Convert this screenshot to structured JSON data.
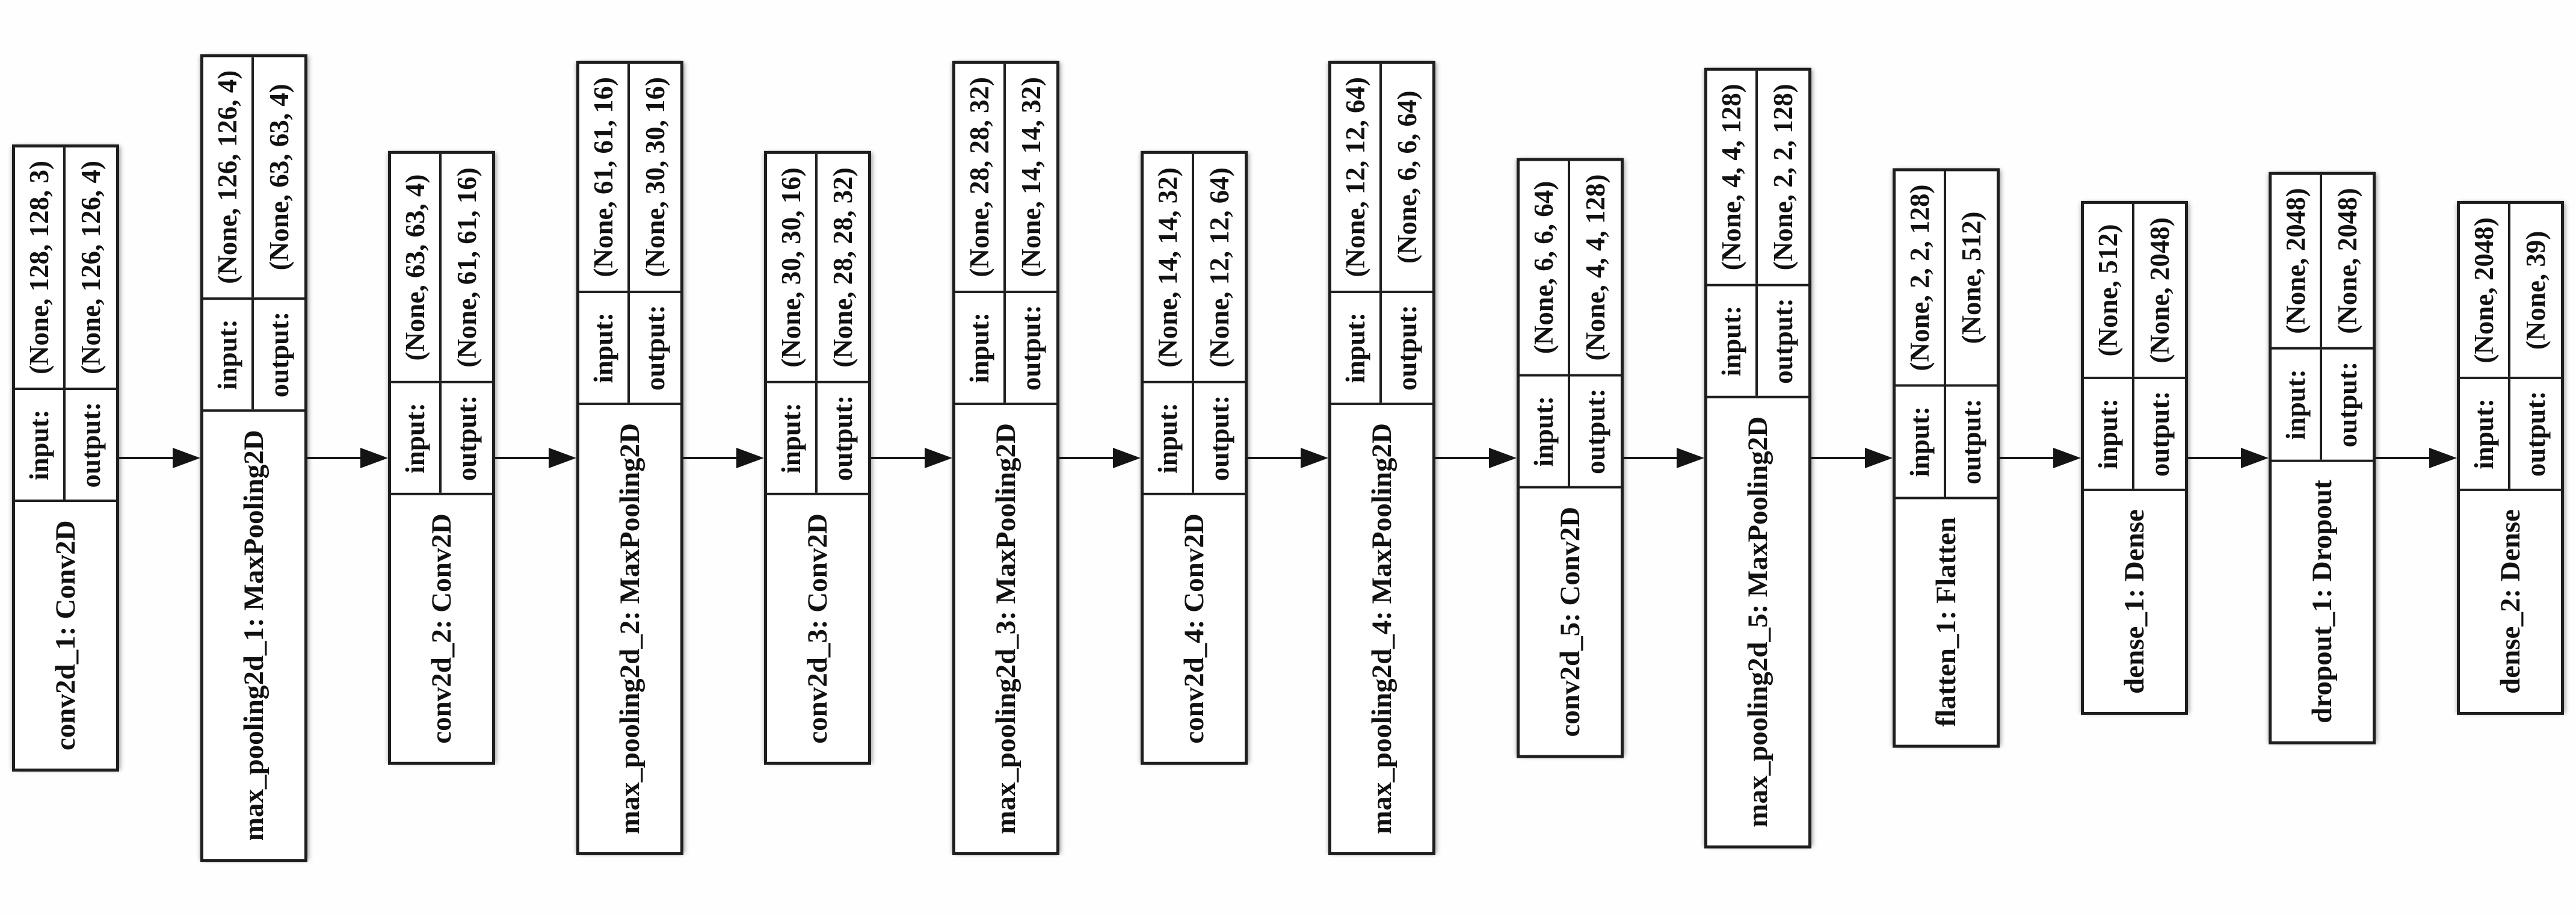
{
  "diagram": {
    "kind": "keras-model-architecture",
    "labels": {
      "input": "input:",
      "output": "output:"
    },
    "colors": {
      "background": "#ffffff",
      "border": "#1e1e1e",
      "text": "#111111",
      "arrow": "#141414"
    },
    "layers": [
      {
        "name": "conv2d_1: Conv2D",
        "input": "(None, 128, 128, 3)",
        "output": "(None, 126, 126, 4)"
      },
      {
        "name": "max_pooling2d_1: MaxPooling2D",
        "input": "(None, 126, 126, 4)",
        "output": "(None, 63, 63, 4)"
      },
      {
        "name": "conv2d_2: Conv2D",
        "input": "(None, 63, 63, 4)",
        "output": "(None, 61, 61, 16)"
      },
      {
        "name": "max_pooling2d_2: MaxPooling2D",
        "input": "(None, 61, 61, 16)",
        "output": "(None, 30, 30, 16)"
      },
      {
        "name": "conv2d_3: Conv2D",
        "input": "(None, 30, 30, 16)",
        "output": "(None, 28, 28, 32)"
      },
      {
        "name": "max_pooling2d_3: MaxPooling2D",
        "input": "(None, 28, 28, 32)",
        "output": "(None, 14, 14, 32)"
      },
      {
        "name": "conv2d_4: Conv2D",
        "input": "(None, 14, 14, 32)",
        "output": "(None, 12, 12, 64)"
      },
      {
        "name": "max_pooling2d_4: MaxPooling2D",
        "input": "(None, 12, 12, 64)",
        "output": "(None, 6, 6, 64)"
      },
      {
        "name": "conv2d_5: Conv2D",
        "input": "(None, 6, 6, 64)",
        "output": "(None, 4, 4, 128)"
      },
      {
        "name": "max_pooling2d_5: MaxPooling2D",
        "input": "(None, 4, 4, 128)",
        "output": "(None, 2, 2, 128)"
      },
      {
        "name": "flatten_1: Flatten",
        "input": "(None, 2, 2, 128)",
        "output": "(None, 512)"
      },
      {
        "name": "dense_1: Dense",
        "input": "(None, 512)",
        "output": "(None, 2048)"
      },
      {
        "name": "dropout_1: Dropout",
        "input": "(None, 2048)",
        "output": "(None, 2048)"
      },
      {
        "name": "dense_2: Dense",
        "input": "(None, 2048)",
        "output": "(None, 39)"
      }
    ]
  }
}
